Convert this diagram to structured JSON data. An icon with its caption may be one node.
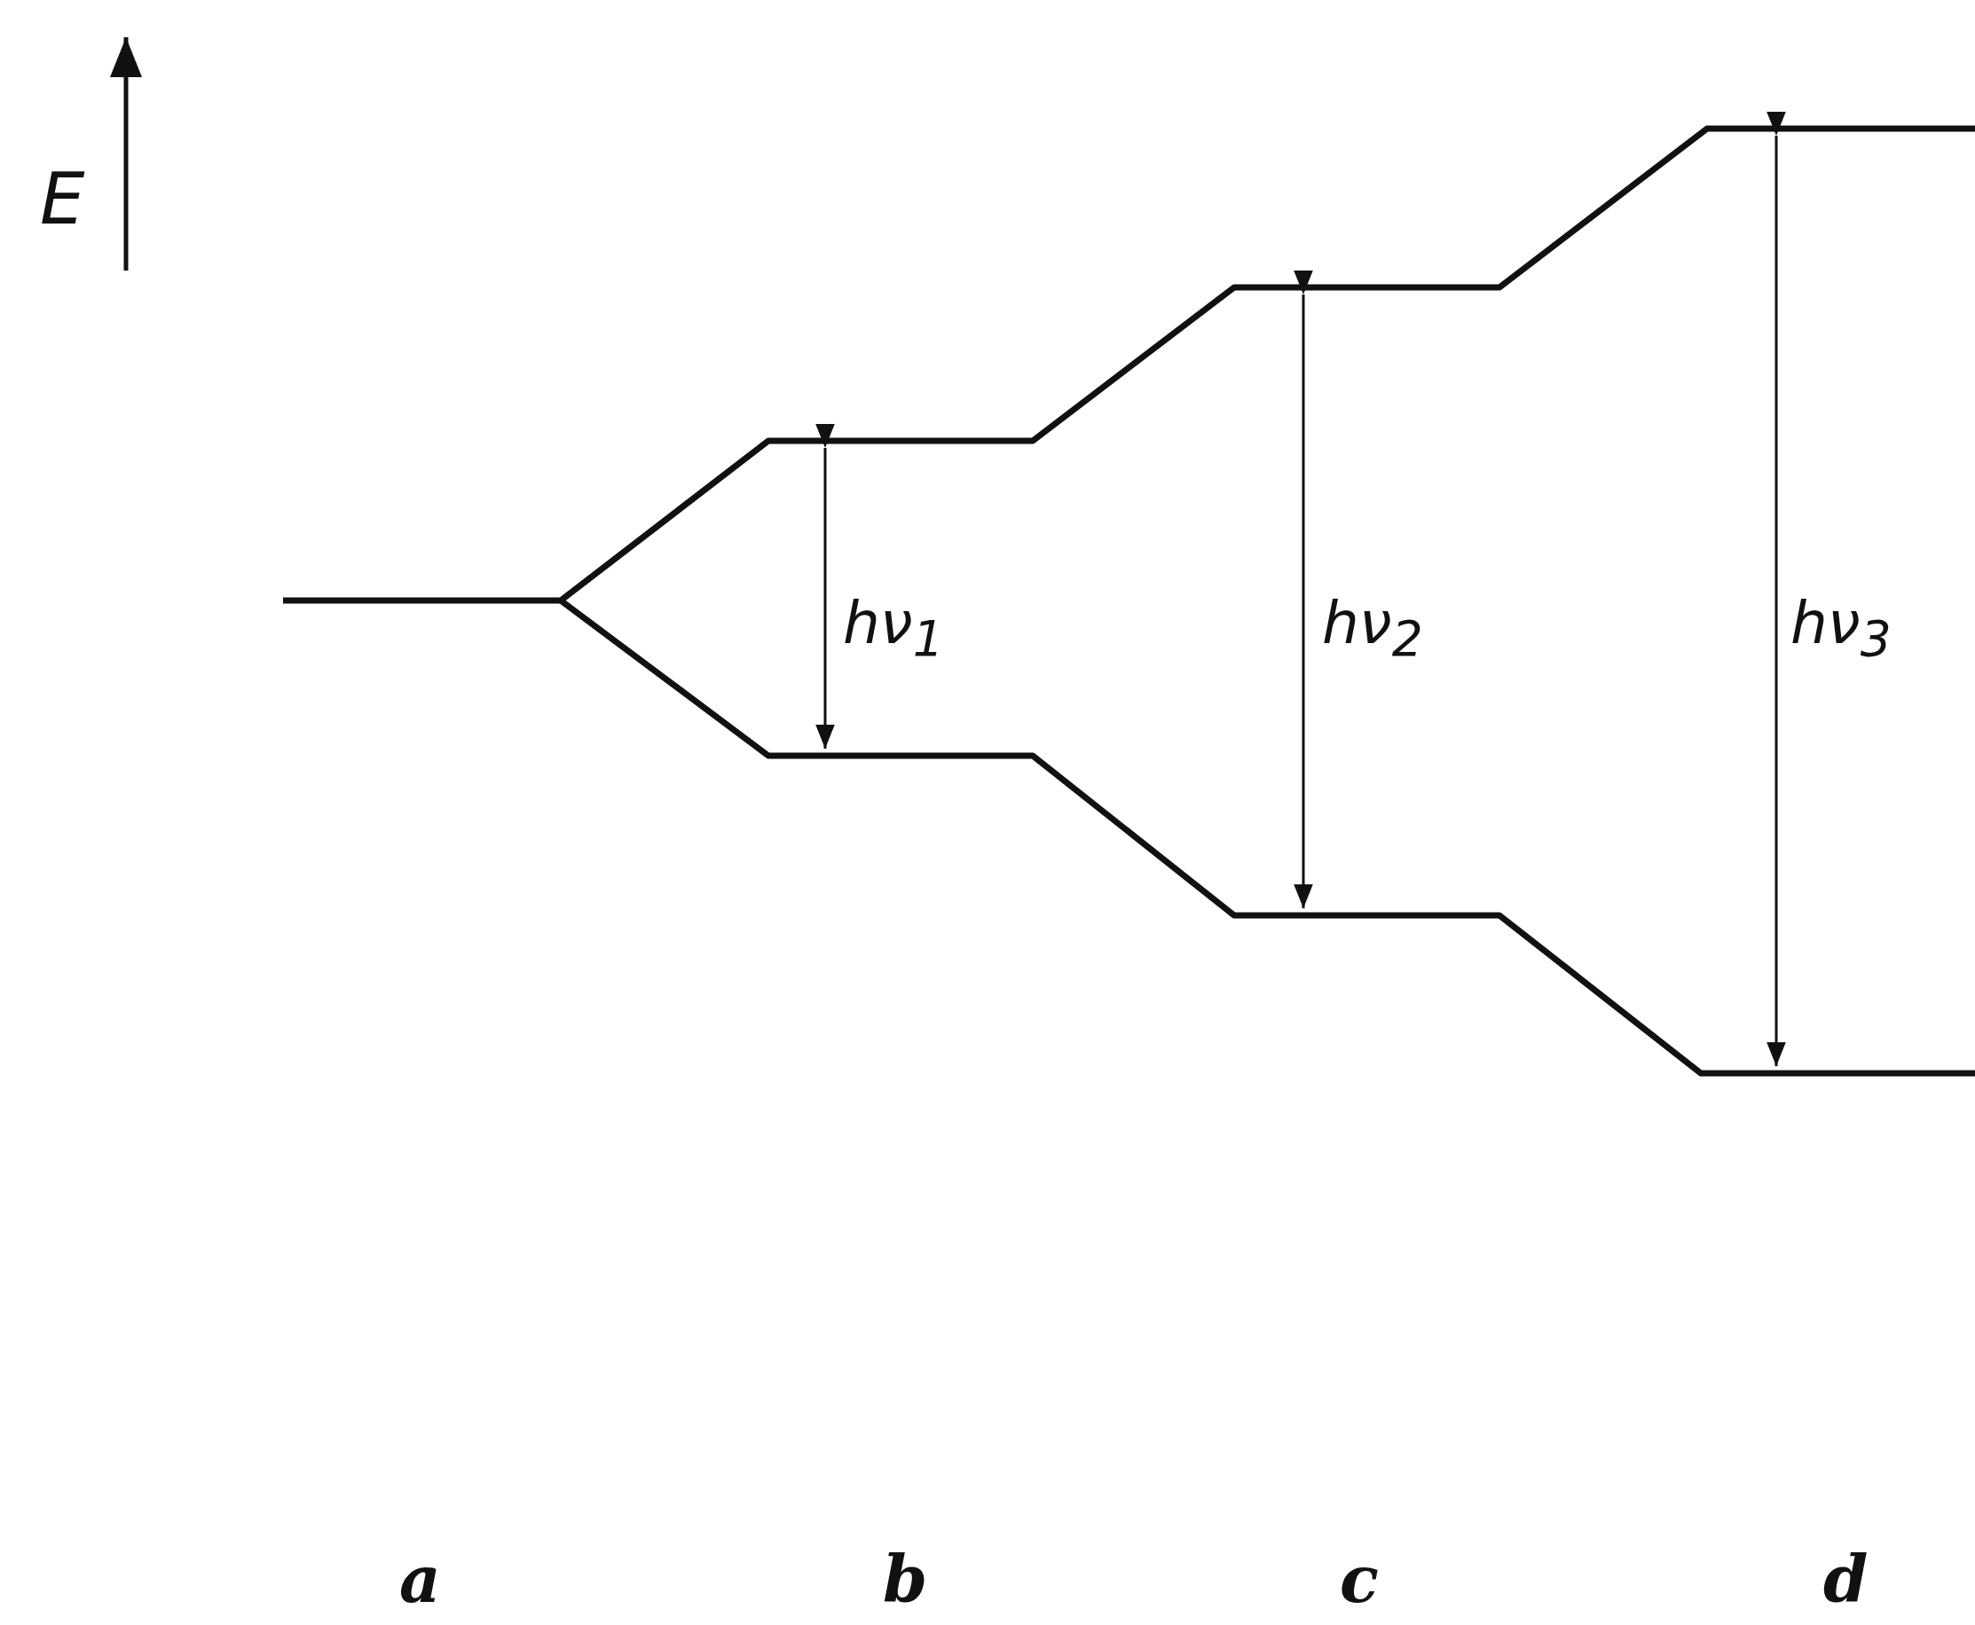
{
  "diagram": {
    "labels": [
      "E",
      "hν$_{1}$",
      "hν$_{2}$",
      "hν$_{3}$",
      "a",
      "b",
      "c",
      "d"
    ]
  }
}
